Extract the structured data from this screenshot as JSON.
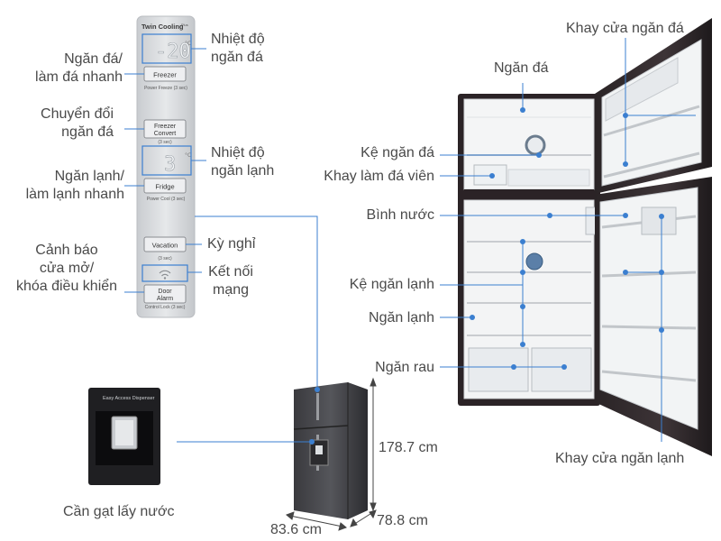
{
  "control_panel": {
    "brand_label": "Twin Cooling",
    "brand_sup": "Plus",
    "freezer_button": "Freezer",
    "freezer_caption": "Power Freeze (3 sec)",
    "convert_button_line1": "Freezer",
    "convert_button_line2": "Convert",
    "convert_caption": "(3 sec)",
    "fridge_button": "Fridge",
    "fridge_caption": "Power Cool (3 sec)",
    "vacation_button": "Vacation",
    "vacation_caption": "(3 sec)",
    "door_alarm_line1": "Door",
    "door_alarm_line2": "Alarm",
    "door_alarm_caption": "Control Lock (3 sec)",
    "freezer_temp_digit": "-20",
    "fridge_temp_digit": "3"
  },
  "labels": {
    "freezer_temp": "Nhiệt độ\nngăn đá",
    "quick_freeze": "Ngăn đá/\nlàm đá nhanh",
    "convert": "Chuyển đổi\nngăn đá",
    "fridge_temp": "Nhiệt độ\nngăn lạnh",
    "quick_cool": "Ngăn lạnh/\nlàm lạnh nhanh",
    "vacation": "Kỳ nghỉ",
    "door_alarm": "Cảnh báo\ncửa mở/\nkhóa điều khiển",
    "network": "Kết nối\nmạng",
    "freezer_door_tray": "Khay cửa ngăn đá",
    "freezer": "Ngăn đá",
    "freezer_shelf": "Kệ ngăn đá",
    "ice_tray": "Khay làm đá viên",
    "water_tank": "Bình nước",
    "fridge_shelf": "Kệ ngăn lạnh",
    "fridge": "Ngăn lạnh",
    "crisper": "Ngăn rau",
    "fridge_door_tray": "Khay cửa ngăn lạnh",
    "dispenser_lever": "Cần gạt lấy nước",
    "dispenser_title": "Easy Access Dispenser"
  },
  "dimensions": {
    "height": "178.7 cm",
    "width": "83.6 cm",
    "depth": "78.8 cm"
  }
}
